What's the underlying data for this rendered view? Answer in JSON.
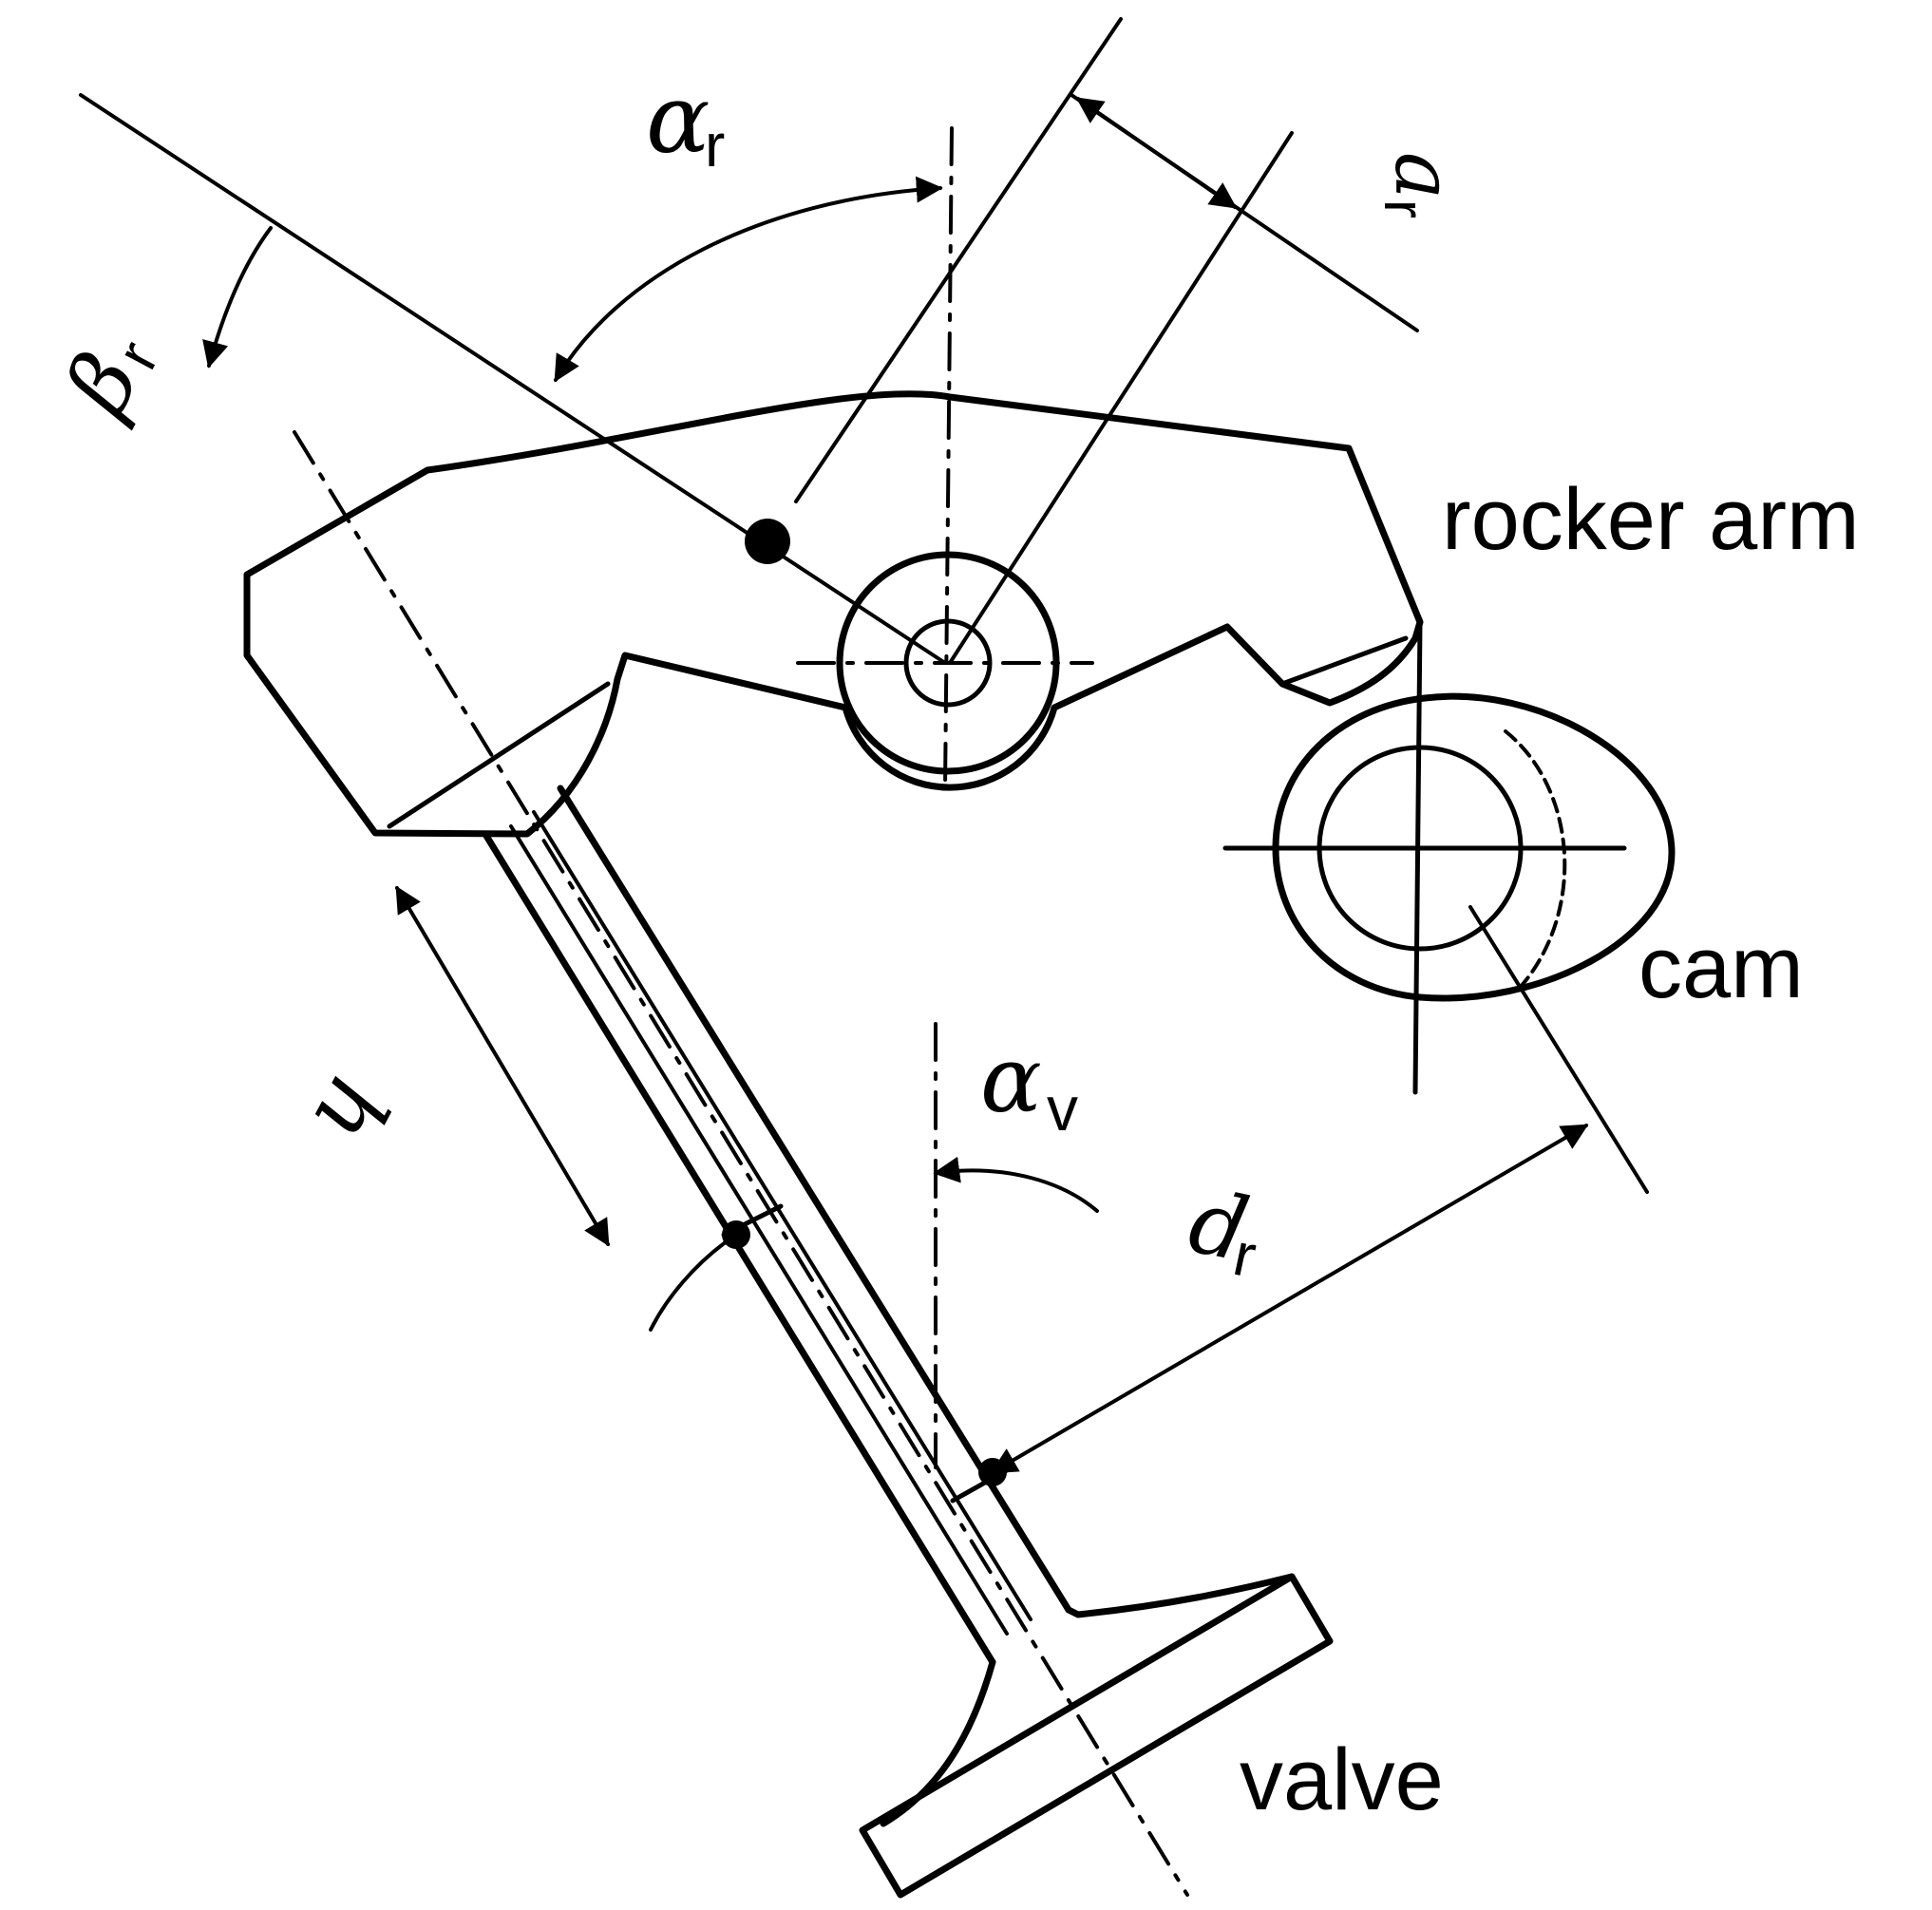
{
  "labels": {
    "rocker_arm": "rocker arm",
    "cam": "cam",
    "valve": "valve"
  },
  "symbols": {
    "alpha_r": {
      "symbol": "α",
      "subscript": "r"
    },
    "beta_r": {
      "symbol": "β",
      "subscript": "r"
    },
    "a_r": {
      "symbol": "a",
      "subscript": "r"
    },
    "h": {
      "symbol": "h"
    },
    "alpha_v": {
      "symbol": "α",
      "subscript": "v"
    },
    "d_r": {
      "symbol": "d",
      "subscript": "r"
    }
  }
}
